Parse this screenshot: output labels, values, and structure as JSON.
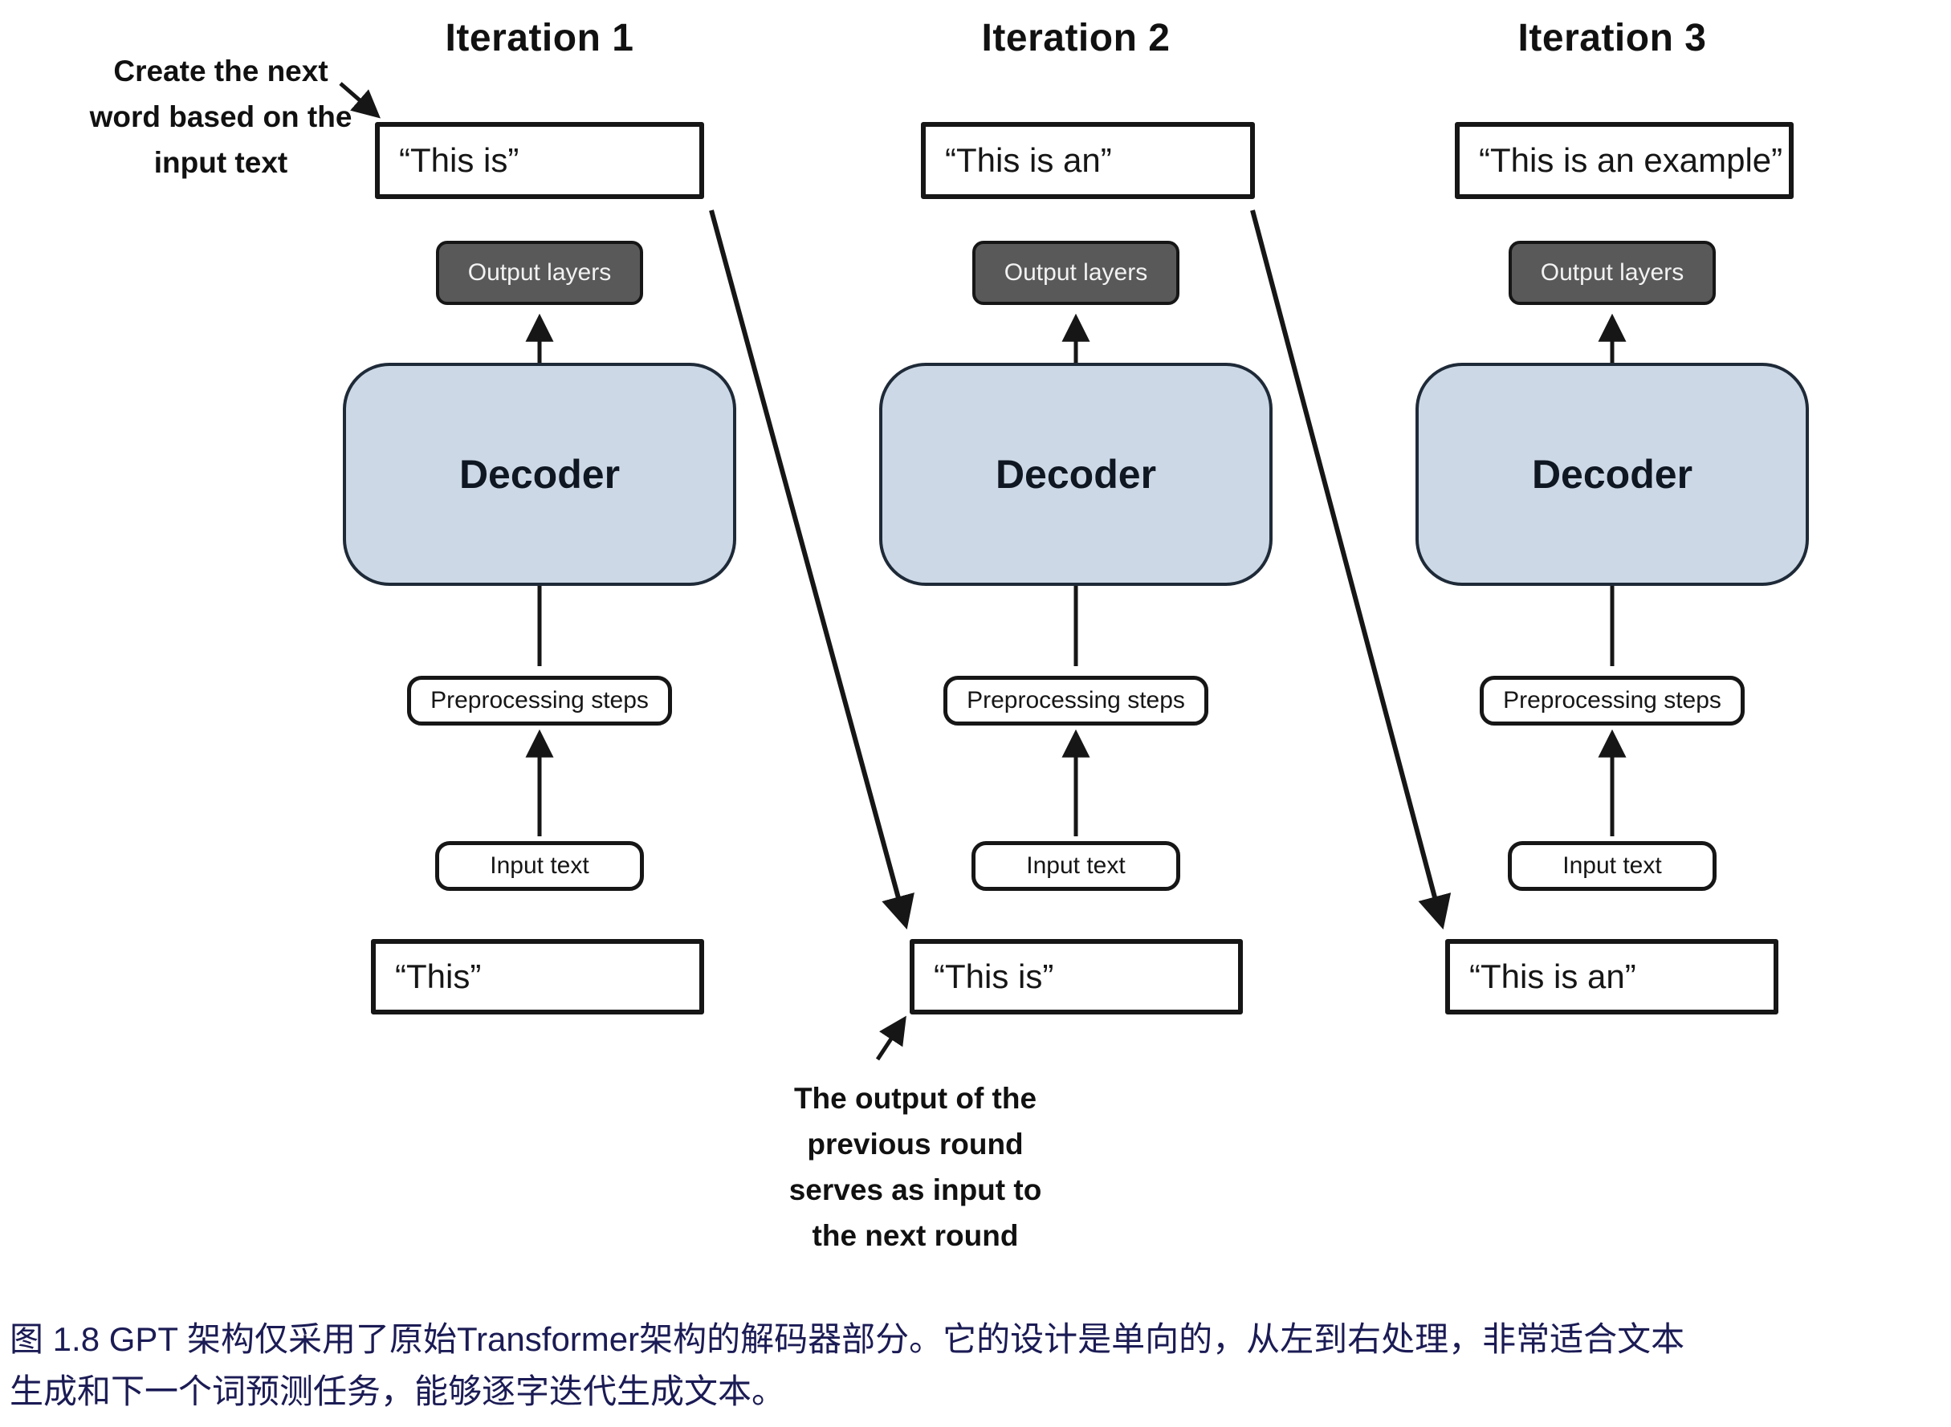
{
  "diagram": {
    "columns": [
      {
        "header": "Iteration 1",
        "top_text": "“This is”",
        "bottom_text": "“This”"
      },
      {
        "header": "Iteration 2",
        "top_text": "“This is an”",
        "bottom_text": "“This is”"
      },
      {
        "header": "Iteration 3",
        "top_text": "“This is an example”",
        "bottom_text": "“This is an”"
      }
    ],
    "labels": {
      "output_layers": "Output layers",
      "decoder": "Decoder",
      "preprocessing": "Preprocessing steps",
      "input_text": "Input text"
    },
    "annotations": {
      "top_left": [
        "Create the next",
        "word based on the",
        "input text"
      ],
      "bottom": [
        "The output of the",
        "previous round",
        "serves as input to",
        "the next round"
      ]
    },
    "colors": {
      "decoder_fill": "#cdd8e6",
      "output_fill": "#595959",
      "arrow_color": "#161616",
      "caption_color": "#1b1b55"
    }
  },
  "caption": {
    "line1": "图 1.8  GPT 架构仅采用了原始Transformer架构的解码器部分。它的设计是单向的，从左到右处理，非常适合文本",
    "line2": "生成和下一个词预测任务，能够逐字迭代生成文本。"
  }
}
